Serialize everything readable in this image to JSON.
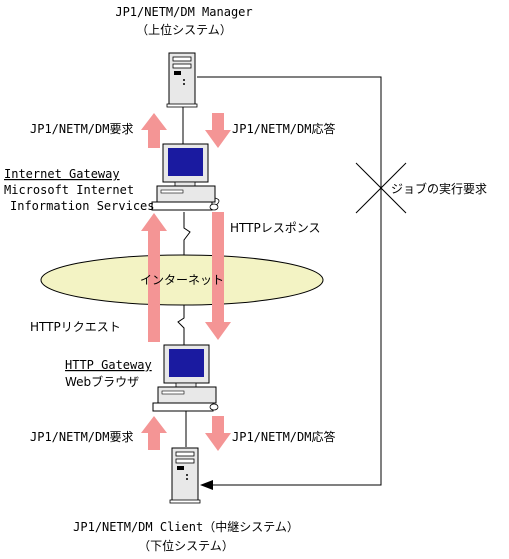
{
  "manager": {
    "name": "JP1/NETM/DM Manager",
    "sub": "（上位システム）"
  },
  "top_request": "JP1/NETM/DM要求",
  "top_response": "JP1/NETM/DM応答",
  "internet_gateway": {
    "title": "Internet Gateway",
    "line1": "Microsoft Internet",
    "line2": "Information Services"
  },
  "job_request": "ジョブの実行要求",
  "http_response": "HTTPレスポンス",
  "internet": "インターネット",
  "http_request": "HTTPリクエスト",
  "http_gateway": {
    "title": "HTTP Gateway",
    "line1": "Webブラウザ"
  },
  "bottom_request": "JP1/NETM/DM要求",
  "bottom_response": "JP1/NETM/DM応答",
  "client": {
    "name": "JP1/NETM/DM Client（中継システム）",
    "sub": "（下位システム）"
  },
  "colors": {
    "arrow": "#f49595",
    "cloud": "#f3f3c4",
    "screen": "#1a1aa0"
  }
}
